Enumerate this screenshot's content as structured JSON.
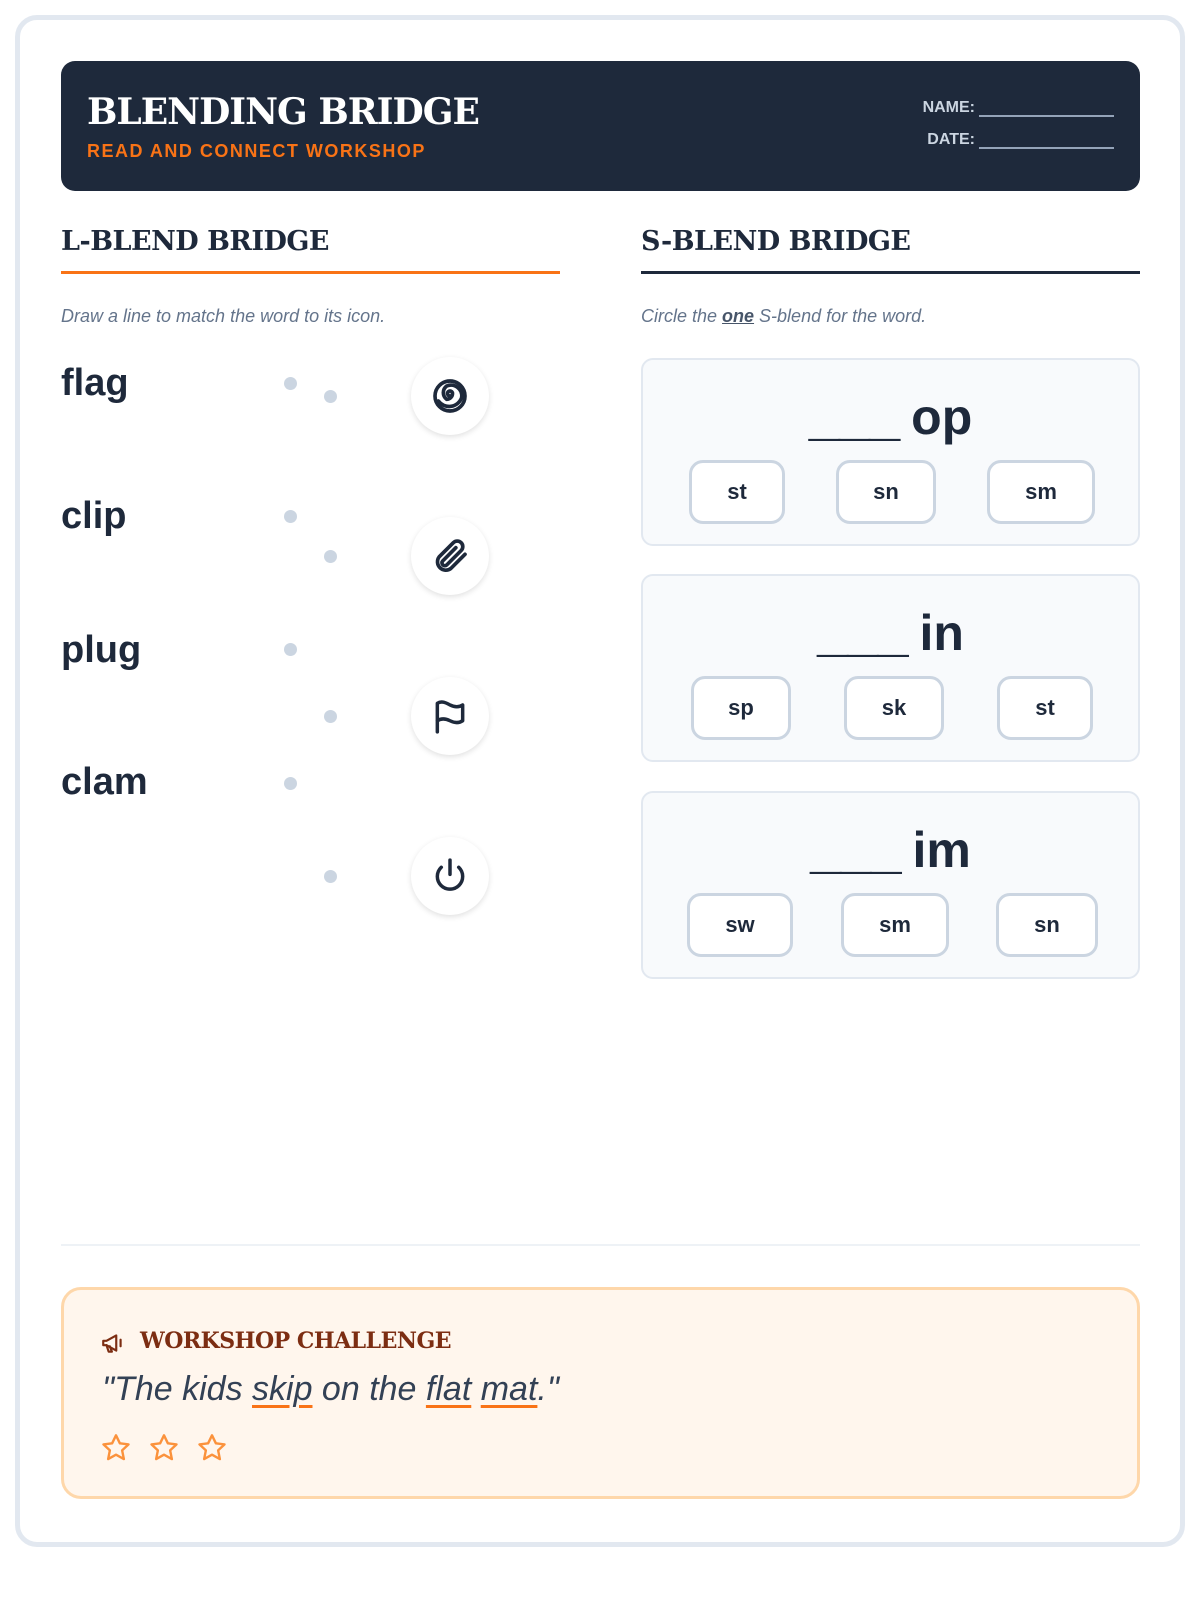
{
  "header": {
    "title": "BLENDING BRIDGE",
    "subtitle": "READ AND CONNECT WORKSHOP",
    "name_label": "NAME:",
    "date_label": "DATE:"
  },
  "l_blend": {
    "title": "L-BLEND BRIDGE",
    "instruction": "Draw a line to match the word to its icon.",
    "words": [
      "flag",
      "clip",
      "plug",
      "clam"
    ],
    "icons": [
      "spiral-icon",
      "paperclip-icon",
      "flag-icon",
      "power-icon"
    ]
  },
  "s_blend": {
    "title": "S-BLEND BRIDGE",
    "instruction_pre": "Circle the ",
    "instruction_em": "one",
    "instruction_post": " S-blend for the word.",
    "items": [
      {
        "blank": "___",
        "ending": "op",
        "options": [
          "st",
          "sn",
          "sm"
        ]
      },
      {
        "blank": "___",
        "ending": "in",
        "options": [
          "sp",
          "sk",
          "st"
        ]
      },
      {
        "blank": "___",
        "ending": "im",
        "options": [
          "sw",
          "sm",
          "sn"
        ]
      }
    ]
  },
  "challenge": {
    "title": "WORKSHOP CHALLENGE",
    "q_open": "\"The kids ",
    "w1": "skip",
    "mid": " on the ",
    "w2": "flat",
    "sp": " ",
    "w3": "mat",
    "q_close": ".\"",
    "stars": 3,
    "star_color": "#fb923c"
  },
  "colors": {
    "navy": "#1e293b",
    "orange": "#f97316"
  }
}
